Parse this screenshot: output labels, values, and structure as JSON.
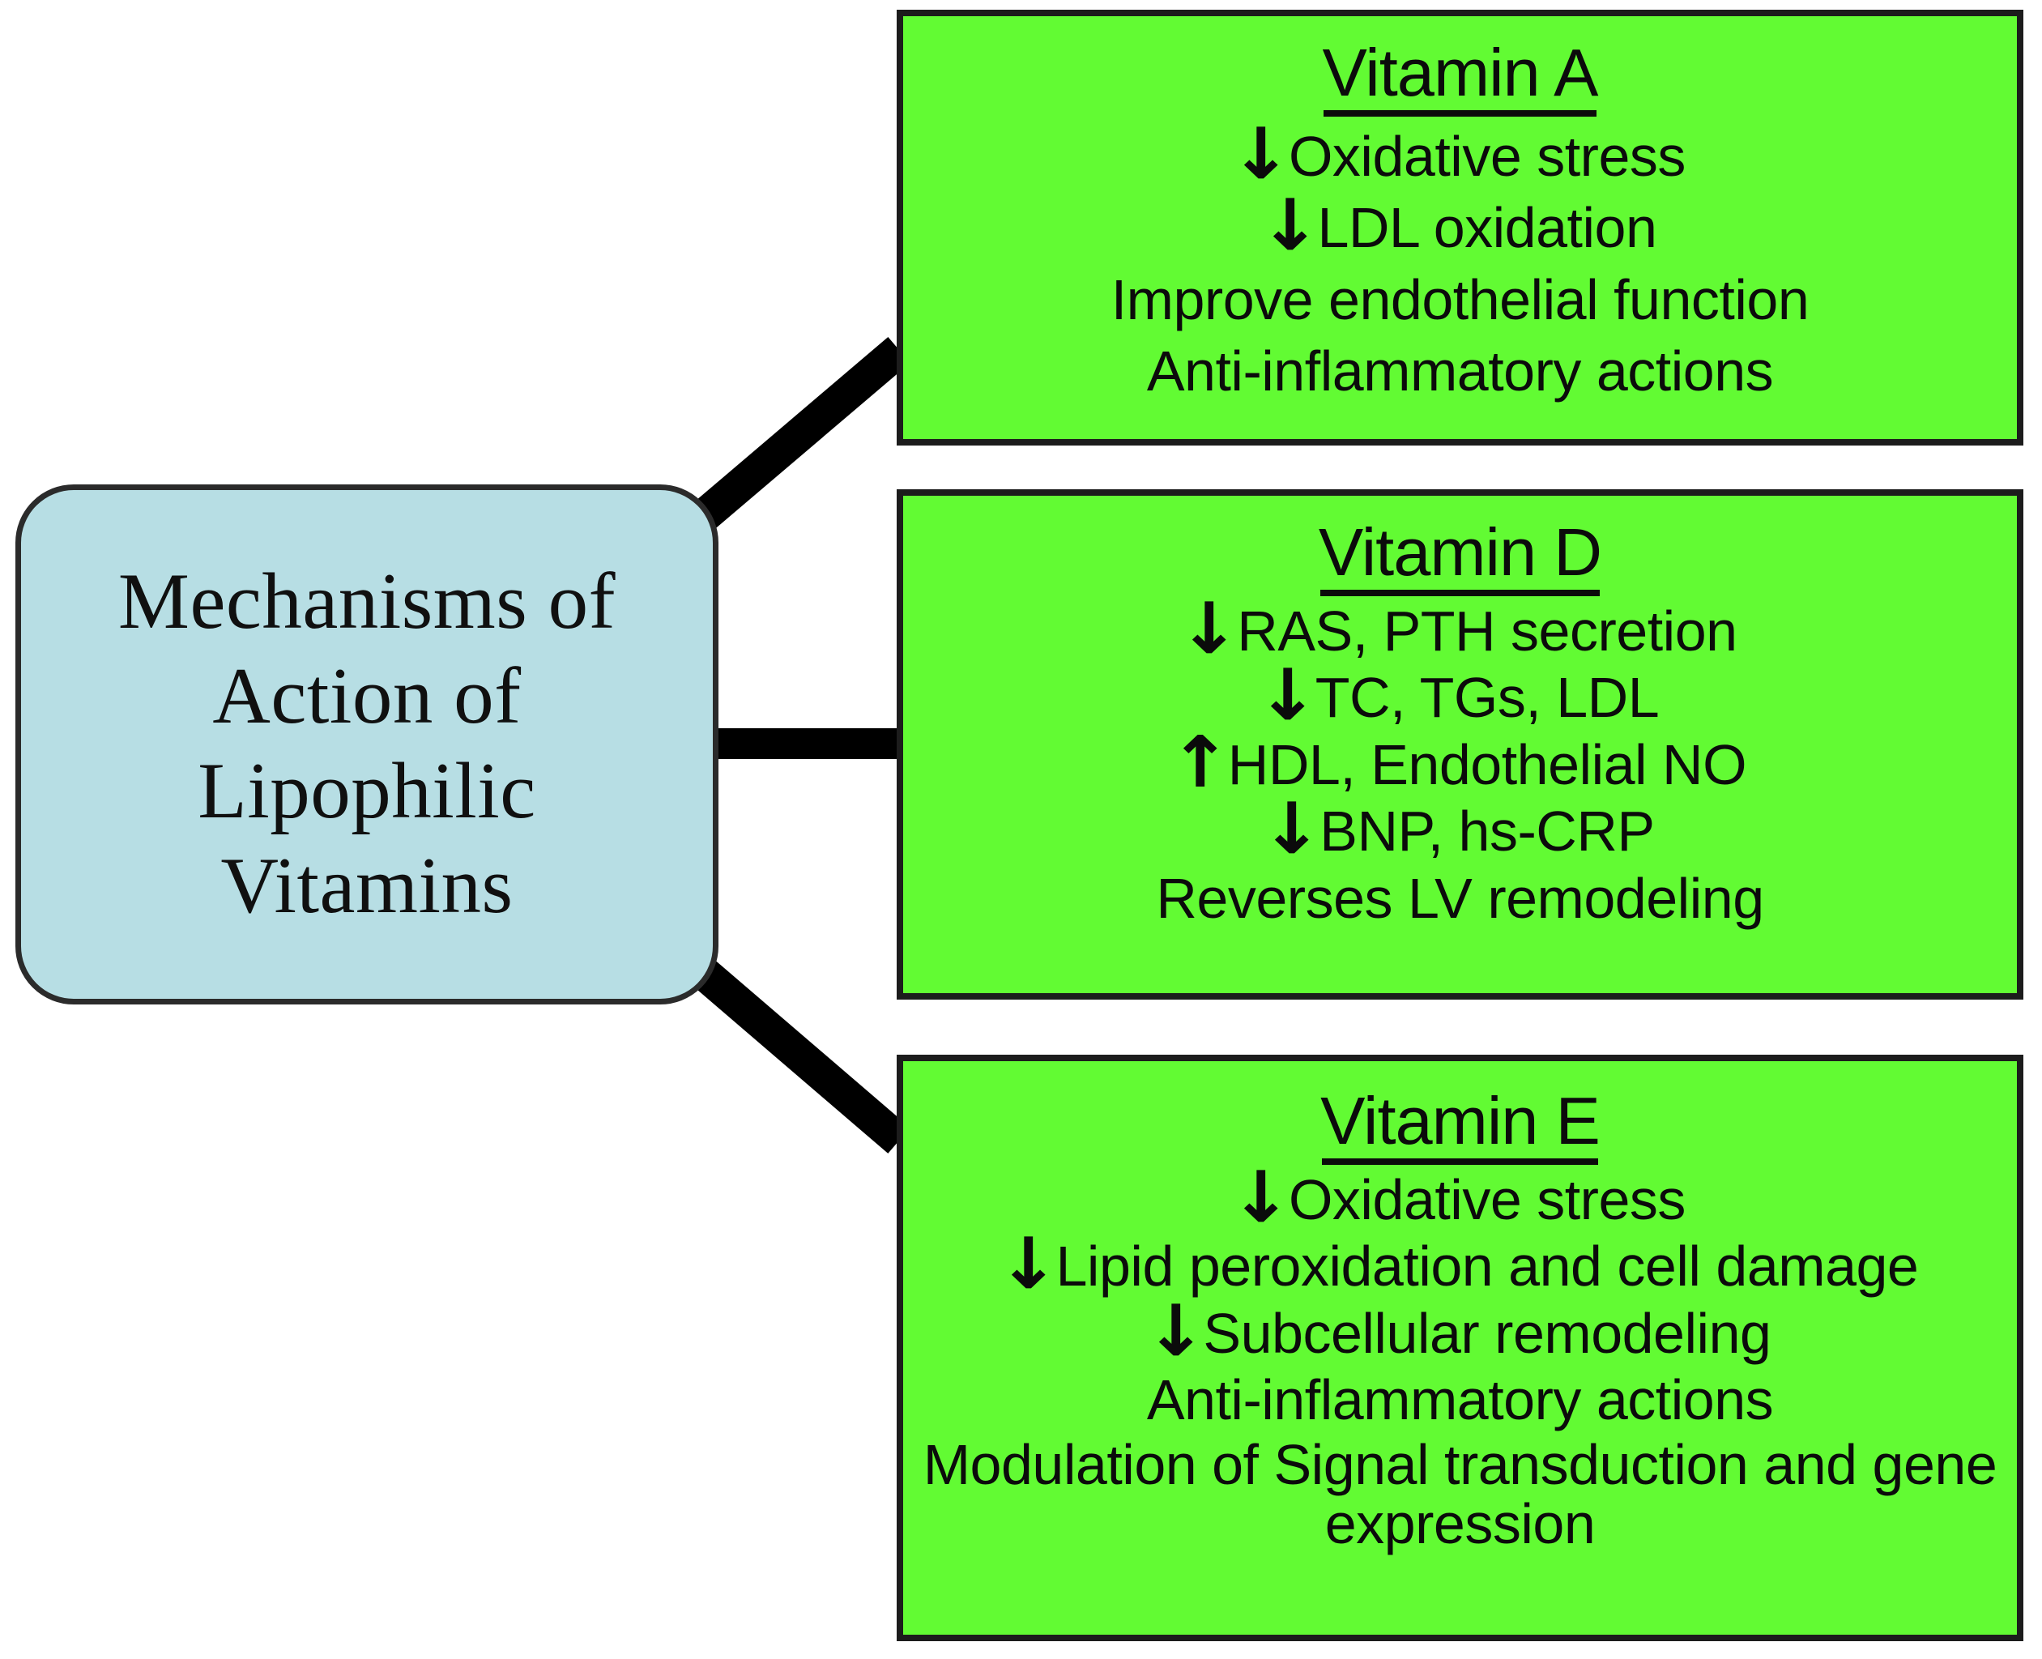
{
  "colors": {
    "green_fill": "#62FB33",
    "blue_fill": "#B7DEE4",
    "border": "#1C1C1C",
    "text": "#0B0B0B",
    "background": "#FFFFFF"
  },
  "root": {
    "title": "Mechanisms of\nAction of\nLipophilic\nVitamins"
  },
  "boxes": [
    {
      "id": "vitamin-a",
      "title": "Vitamin A",
      "lines": [
        {
          "arrow": "down",
          "text": "Oxidative stress"
        },
        {
          "arrow": "down",
          "text": "LDL oxidation"
        },
        {
          "arrow": "none",
          "text": "Improve endothelial function"
        },
        {
          "arrow": "none",
          "text": "Anti-inflammatory actions"
        }
      ]
    },
    {
      "id": "vitamin-d",
      "title": "Vitamin D",
      "lines": [
        {
          "arrow": "down",
          "text": "RAS, PTH secretion"
        },
        {
          "arrow": "down",
          "text": "TC, TGs, LDL"
        },
        {
          "arrow": "up",
          "text": "HDL, Endothelial NO"
        },
        {
          "arrow": "down",
          "text": "BNP, hs-CRP"
        },
        {
          "arrow": "none",
          "text": "Reverses LV remodeling"
        }
      ]
    },
    {
      "id": "vitamin-e",
      "title": "Vitamin E",
      "lines": [
        {
          "arrow": "down",
          "text": "Oxidative stress"
        },
        {
          "arrow": "down",
          "text": "Lipid peroxidation and cell damage"
        },
        {
          "arrow": "down",
          "text": "Subcellular remodeling"
        },
        {
          "arrow": "none",
          "text": "Anti-inflammatory actions"
        },
        {
          "arrow": "none",
          "text": "Modulation of Signal transduction and gene expression"
        }
      ]
    }
  ],
  "connectors": [
    {
      "from": "root",
      "to": "vitamin-a",
      "style": "diagonal-up"
    },
    {
      "from": "root",
      "to": "vitamin-d",
      "style": "horizontal"
    },
    {
      "from": "root",
      "to": "vitamin-e",
      "style": "diagonal-down"
    }
  ],
  "glyphs": {
    "arrow_down": "↓",
    "arrow_up": "↑"
  }
}
